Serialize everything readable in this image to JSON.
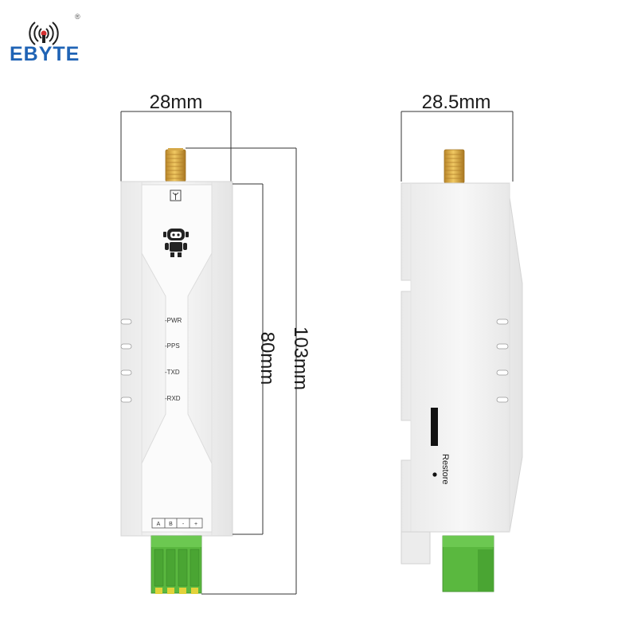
{
  "brand": {
    "name": "EBYTE",
    "registered": "®",
    "color": "#1f63b5"
  },
  "dimensions": {
    "front_width": "28mm",
    "side_width": "28.5mm",
    "body_height": "80mm",
    "total_height": "103mm"
  },
  "front": {
    "leds": [
      "-PWR",
      "-PPS",
      "-TXD",
      "-RXD"
    ],
    "terminals": [
      "A",
      "B",
      "-",
      "+"
    ],
    "icons": [
      "antenna-icon",
      "robot-icon"
    ]
  },
  "side": {
    "button_label": "Restore"
  },
  "colors": {
    "connector_green": "#5ab83f",
    "sma_gold": "#d9a53a",
    "housing": "#f1f1f1"
  }
}
